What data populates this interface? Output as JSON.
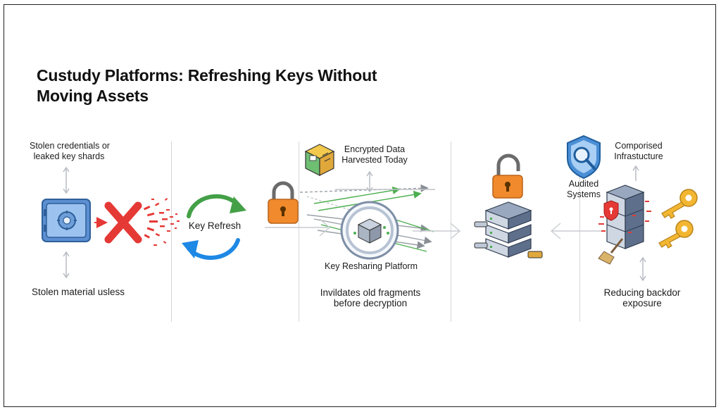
{
  "title": {
    "line1": "Custudy Platforms: Refreshing Keys Without",
    "line2": "Moving Assets"
  },
  "panel1": {
    "top_label": [
      "Stolen credentials or",
      "leaked key shards"
    ],
    "bottom_label": "Stolen material usless",
    "icons": [
      "safe-icon",
      "red-x-icon",
      "scatter-particles-icon"
    ]
  },
  "panel2": {
    "center_label": "Key Refresh",
    "icons": [
      "refresh-cycle-icon"
    ]
  },
  "panel3": {
    "top_label": [
      "Encrypted Data",
      "Harvested Today"
    ],
    "platform_label": "Key Resharing Platform",
    "bottom_label": [
      "Invildates old fragments",
      "before decryption"
    ],
    "icons": [
      "package-icon",
      "padlock-locked-icon",
      "resharing-hub-icon"
    ]
  },
  "panel4": {
    "icons": [
      "padlock-unlocked-icon",
      "server-stack-icon"
    ]
  },
  "panel5": {
    "top_label": [
      "Comporised",
      "Infrastucture"
    ],
    "side_label": [
      "Audited",
      "Systems"
    ],
    "bottom_label": [
      "Reducing backdor",
      "exposure"
    ],
    "icons": [
      "shield-search-icon",
      "compromised-server-icon",
      "gold-keys-icon",
      "broom-icon"
    ]
  },
  "colors": {
    "title": "#111111",
    "safe_blue": "#3f7fc4",
    "red_x": "#e53935",
    "refresh_green": "#43a047",
    "refresh_blue": "#1e88e5",
    "lock_orange": "#f08a2c",
    "key_gold": "#f2b632",
    "server_grey": "#5e6f8c"
  }
}
